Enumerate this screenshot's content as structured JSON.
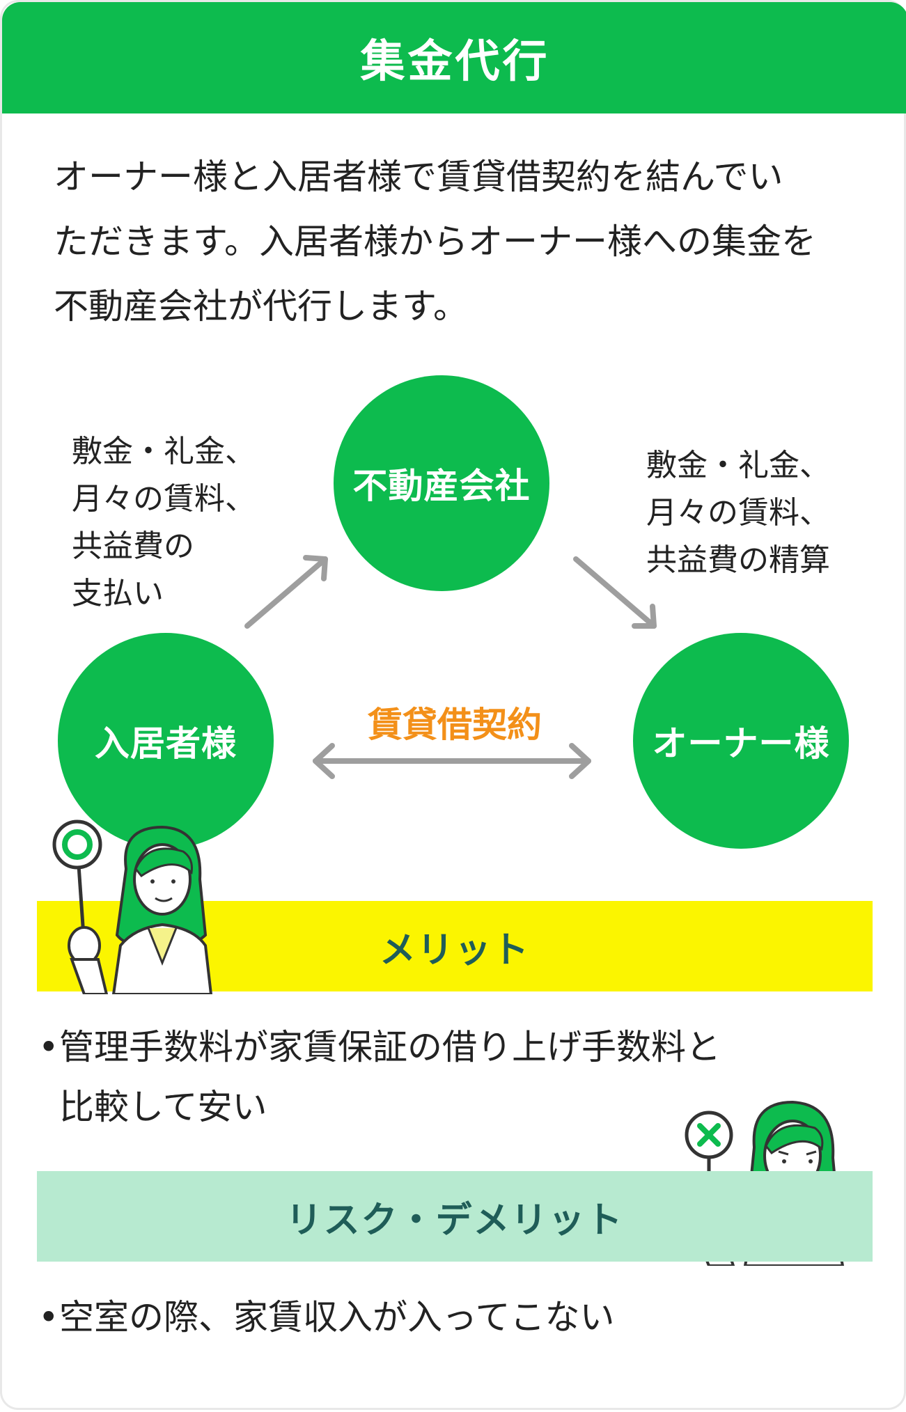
{
  "header": {
    "title": "集金代行"
  },
  "intro": {
    "lines": [
      "オーナー様と入居者様で賃貸借契約を結んでい",
      "ただきます。入居者様からオーナー様への集金を",
      "不動産会社が代行します。"
    ]
  },
  "diagram": {
    "company": "不動産会社",
    "tenant": "入居者様",
    "owner": "オーナー様",
    "tenant_to_company": [
      "敷金・礼金、",
      "月々の賃料、",
      "共益費の",
      "支払い"
    ],
    "company_to_owner": [
      "敷金・礼金、",
      "月々の賃料、",
      "共益費の精算"
    ],
    "contract": "賃貸借契約"
  },
  "merit": {
    "title": "メリット",
    "bullet": "•",
    "lines": [
      "管理手数料が家賃保証の借り上げ手数料と",
      "比較して安い"
    ]
  },
  "risk": {
    "title": "リスク・デメリット",
    "bullet": "•",
    "lines": [
      "空室の際、家賃収入が入ってこない"
    ]
  },
  "colors": {
    "green": "#0dbb4e",
    "orange": "#f39019",
    "yellow": "#fbf500",
    "mint": "#b7ead0",
    "teal_text": "#1f5d58",
    "arrow_gray": "#9e9e9e"
  }
}
